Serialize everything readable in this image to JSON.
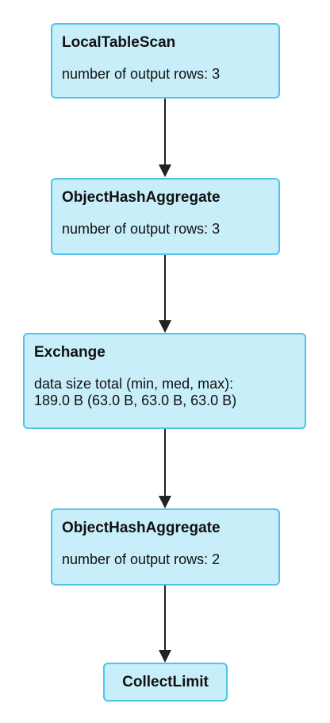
{
  "nodes": [
    {
      "title": "LocalTableScan",
      "metric": "number of output rows: 3"
    },
    {
      "title": "ObjectHashAggregate",
      "metric": "number of output rows: 3"
    },
    {
      "title": "Exchange",
      "metric": "data size total (min, med, max):\n189.0 B (63.0 B, 63.0 B, 63.0 B)"
    },
    {
      "title": "ObjectHashAggregate",
      "metric": "number of output rows: 2"
    },
    {
      "title": "CollectLimit"
    }
  ],
  "colors": {
    "node_fill": "#c8eefa",
    "node_border": "#4fc3ec",
    "edge": "#222222"
  }
}
